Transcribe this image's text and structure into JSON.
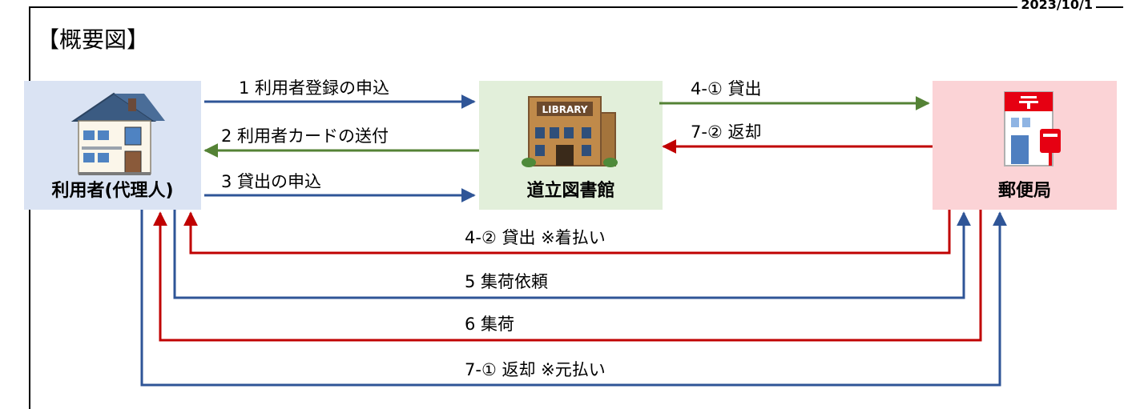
{
  "date_stamp": "2023/10/1",
  "title": "【概要図】",
  "nodes": {
    "user": "利用者(代理人)",
    "library": "道立図書館",
    "post_office": "郵便局"
  },
  "library_sign": "LIBRARY",
  "flows": [
    {
      "label": "1 利用者登録の申込",
      "from": "user",
      "to": "library",
      "color": "#2f5597"
    },
    {
      "label": "2 利用者カードの送付",
      "from": "library",
      "to": "user",
      "color": "#548235"
    },
    {
      "label": "3 貸出の申込",
      "from": "user",
      "to": "library",
      "color": "#2f5597"
    },
    {
      "label": "4-① 貸出",
      "from": "library",
      "to": "post_office",
      "color": "#548235"
    },
    {
      "label": "7-② 返却",
      "from": "post_office",
      "to": "library",
      "color": "#c00000"
    },
    {
      "label": "4-② 貸出 ※着払い",
      "from": "post_office",
      "to": "user",
      "color": "#c00000"
    },
    {
      "label": "5 集荷依頼",
      "from": "user",
      "to": "post_office",
      "color": "#2f5597"
    },
    {
      "label": "6 集荷",
      "from": "post_office",
      "to": "user",
      "color": "#c00000"
    },
    {
      "label": "7-① 返却 ※元払い",
      "from": "user",
      "to": "post_office",
      "color": "#2f5597"
    }
  ]
}
